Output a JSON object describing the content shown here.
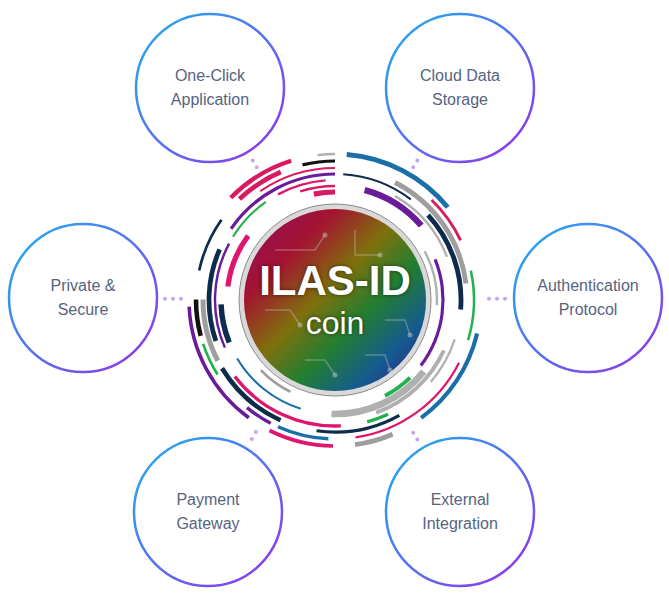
{
  "diagram": {
    "nodes": [
      {
        "text": [
          "One-Click Application"
        ]
      },
      {
        "text": [
          "Cloud Data Storage"
        ]
      },
      {
        "text": [
          "Private & Secure"
        ]
      },
      {
        "text": [
          "ILAS-ID",
          "coin"
        ]
      },
      {
        "text": [
          "Authentication Protocol"
        ]
      },
      {
        "text": [
          "Payment Gateway"
        ]
      },
      {
        "text": [
          "External Integration"
        ]
      }
    ],
    "edges": [
      {
        "from": 3,
        "to": 0,
        "arrow": "none"
      },
      {
        "from": 3,
        "to": 1,
        "arrow": "none"
      },
      {
        "from": 3,
        "to": 2,
        "arrow": "none"
      },
      {
        "from": 3,
        "to": 4,
        "arrow": "none"
      },
      {
        "from": 3,
        "to": 5,
        "arrow": "none"
      },
      {
        "from": 3,
        "to": 6,
        "arrow": "none"
      }
    ]
  }
}
